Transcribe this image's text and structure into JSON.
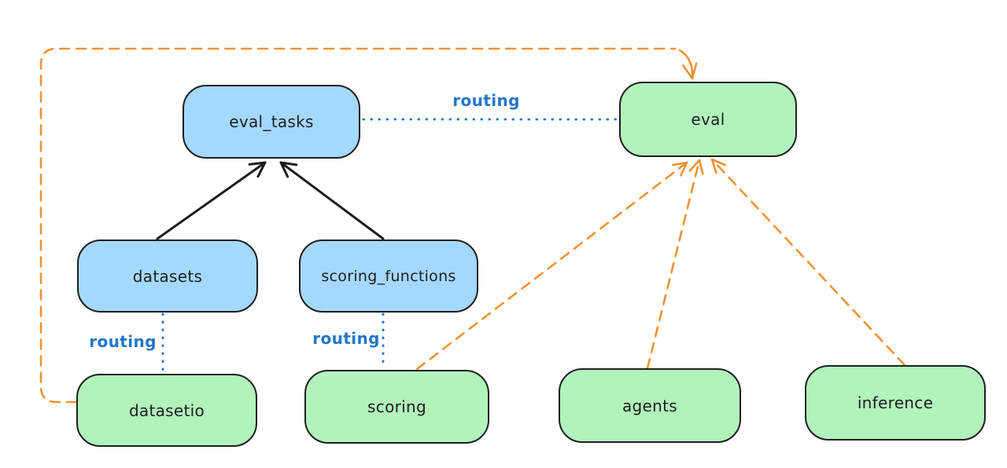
{
  "diagram": {
    "title": "",
    "nodes": {
      "eval_tasks": {
        "label": "eval_tasks",
        "kind": "resource",
        "fill": "#a5d8ff"
      },
      "datasets": {
        "label": "datasets",
        "kind": "resource",
        "fill": "#a5d8ff"
      },
      "scoring_functions": {
        "label": "scoring_functions",
        "kind": "resource",
        "fill": "#a5d8ff"
      },
      "eval": {
        "label": "eval",
        "kind": "api",
        "fill": "#b2f2bb"
      },
      "datasetio": {
        "label": "datasetio",
        "kind": "api",
        "fill": "#b2f2bb"
      },
      "scoring": {
        "label": "scoring",
        "kind": "api",
        "fill": "#b2f2bb"
      },
      "agents": {
        "label": "agents",
        "kind": "api",
        "fill": "#b2f2bb"
      },
      "inference": {
        "label": "inference",
        "kind": "api",
        "fill": "#b2f2bb"
      }
    },
    "edges": [
      {
        "from": "eval_tasks",
        "to": "eval",
        "style": "dotted-blue",
        "label": "routing"
      },
      {
        "from": "datasets",
        "to": "datasetio",
        "style": "dotted-blue",
        "label": "routing"
      },
      {
        "from": "scoring_functions",
        "to": "scoring",
        "style": "dotted-blue",
        "label": "routing"
      },
      {
        "from": "datasets",
        "to": "eval_tasks",
        "style": "solid-black-arrow",
        "label": ""
      },
      {
        "from": "scoring_functions",
        "to": "eval_tasks",
        "style": "solid-black-arrow",
        "label": ""
      },
      {
        "from": "scoring",
        "to": "eval",
        "style": "dashed-orange-arrow",
        "label": ""
      },
      {
        "from": "agents",
        "to": "eval",
        "style": "dashed-orange-arrow",
        "label": ""
      },
      {
        "from": "inference",
        "to": "eval",
        "style": "dashed-orange-arrow",
        "label": ""
      },
      {
        "from": "datasetio",
        "to": "eval",
        "style": "dashed-orange-arrow-loop",
        "label": ""
      }
    ],
    "colors": {
      "blue_fill": "#a5d8ff",
      "green_fill": "#b2f2bb",
      "stroke": "#1e1e1e",
      "routing_blue": "#2277c9",
      "dependency_orange": "#ef9233",
      "background": "#ffffff"
    }
  }
}
